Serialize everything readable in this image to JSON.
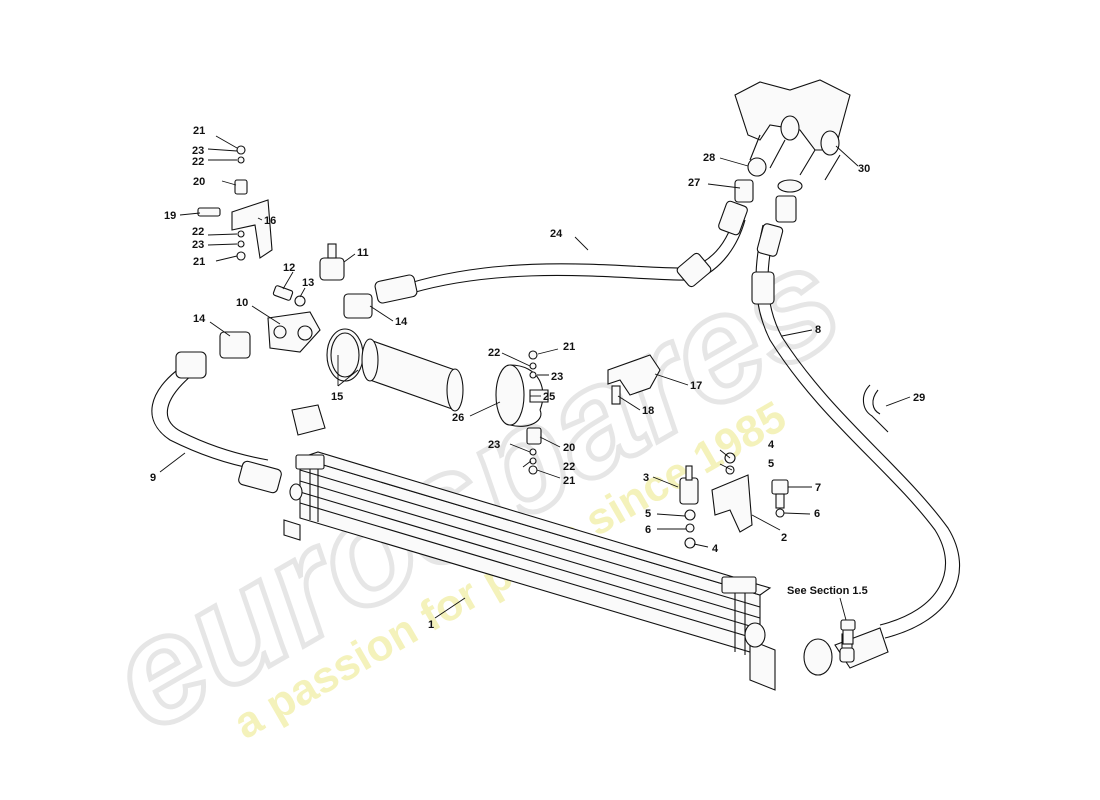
{
  "watermark": {
    "brand": "eurospares",
    "tagline": "a passion for parts since 1985"
  },
  "note": "See Section 1.5",
  "callouts": {
    "c1": "1",
    "c2": "2",
    "c3": "3",
    "c4a": "4",
    "c4b": "4",
    "c5a": "5",
    "c5b": "5",
    "c6a": "6",
    "c6b": "6",
    "c7": "7",
    "c8": "8",
    "c9": "9",
    "c10": "10",
    "c11": "11",
    "c12": "12",
    "c13": "13",
    "c14a": "14",
    "c14b": "14",
    "c15": "15",
    "c16": "16",
    "c17": "17",
    "c18": "18",
    "c19": "19",
    "c20a": "20",
    "c20b": "20",
    "c21a": "21",
    "c21b": "21",
    "c21c": "21",
    "c21d": "21",
    "c22a": "22",
    "c22b": "22",
    "c22c": "22",
    "c22d": "22",
    "c23a": "23",
    "c23b": "23",
    "c23c": "23",
    "c23d": "23",
    "c24": "24",
    "c25": "25",
    "c26": "26",
    "c27": "27",
    "c28": "28",
    "c29": "29",
    "c30": "30"
  }
}
